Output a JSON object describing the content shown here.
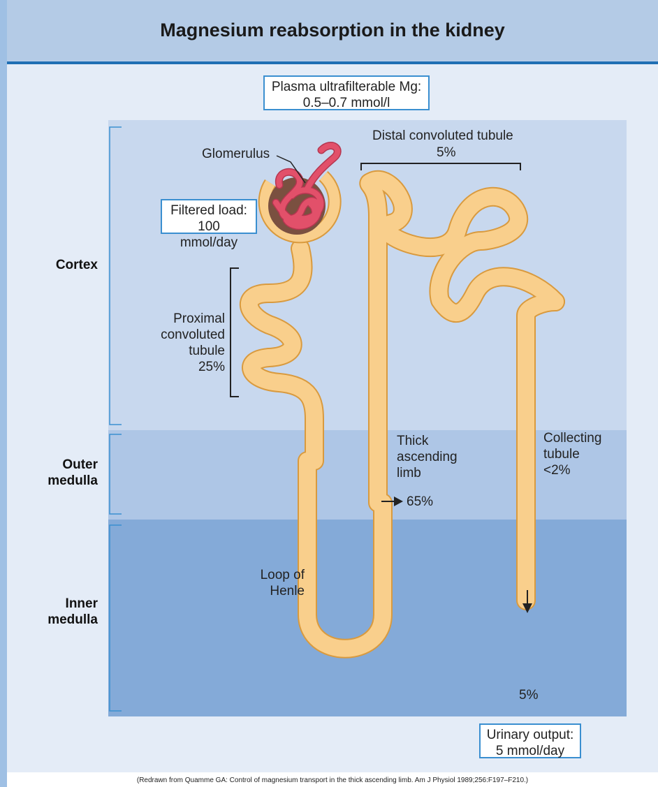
{
  "title": "Magnesium reabsorption in the kidney",
  "plasma_box": {
    "line1": "Plasma ultrafilterable Mg:",
    "line2": "0.5–0.7 mmol/l"
  },
  "filtered_box": {
    "line1": "Filtered load:",
    "line2": "100 mmol/day"
  },
  "urinary_box": {
    "line1": "Urinary output:",
    "line2": "5 mmol/day"
  },
  "zones": {
    "cortex": "Cortex",
    "outer_1": "Outer",
    "outer_2": "medulla",
    "inner_1": "Inner",
    "inner_2": "medulla"
  },
  "labels": {
    "glomerulus": "Glomerulus",
    "distal_1": "Distal convoluted tubule",
    "distal_2": "5%",
    "proximal_1": "Proximal",
    "proximal_2": "convoluted",
    "proximal_3": "tubule",
    "proximal_4": "25%",
    "thick_1": "Thick",
    "thick_2": "ascending",
    "thick_3": "limb",
    "thick_pct": "65%",
    "collecting_1": "Collecting",
    "collecting_2": "tubule",
    "collecting_3": "<2%",
    "loop_1": "Loop of",
    "loop_2": "Henle",
    "excreted_pct": "5%"
  },
  "credit": "(Redrawn from Quamme GA: Control of magnesium transport in the thick ascending limb. Am J Physiol 1989;256:F197–F210.)",
  "colors": {
    "tubule_fill": "#f9cf8c",
    "tubule_outline": "#d99a3e",
    "glomerulus": "#e2506a",
    "accent_blue": "#1f6fb4"
  }
}
